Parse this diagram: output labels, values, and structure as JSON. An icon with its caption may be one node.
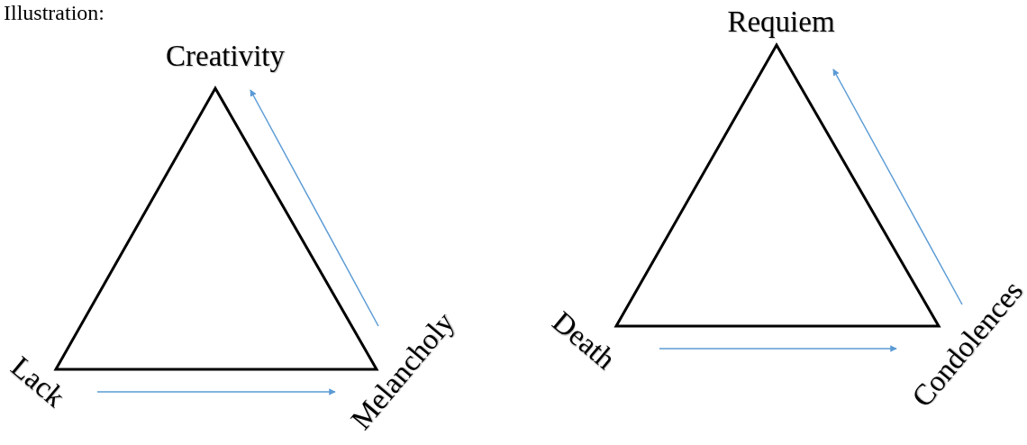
{
  "diagram": {
    "nodes": [
      {
        "text": [
          "Creativity"
        ]
      },
      {
        "text": [
          "Lack"
        ]
      },
      {
        "text": [
          "Melancholy"
        ]
      },
      {
        "text": [
          "Requiem"
        ]
      },
      {
        "text": [
          "Death"
        ]
      },
      {
        "text": [
          "Condolences"
        ]
      }
    ],
    "edges": [
      {
        "from": 1,
        "to": 2,
        "arrow": "to"
      },
      {
        "from": 2,
        "to": 0,
        "arrow": "to"
      },
      {
        "from": 4,
        "to": 5,
        "arrow": "to"
      },
      {
        "from": 5,
        "to": 3,
        "arrow": "to"
      }
    ],
    "labels": [
      "Illustration:"
    ]
  }
}
